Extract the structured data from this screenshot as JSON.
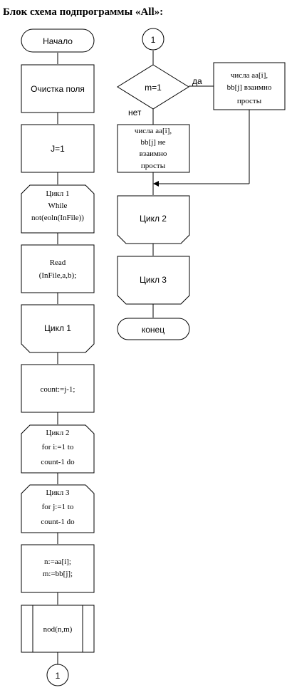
{
  "title": "Блок схема подпрограммы «All»:",
  "left_column": {
    "start": "Начало",
    "clear": "Очистка поля",
    "j_init": "J=1",
    "loop1_open": [
      "Цикл 1",
      "While",
      "not(eoln(InFile))"
    ],
    "read": [
      "Read",
      "(InFile,a,b);"
    ],
    "loop1_close": "Цикл 1",
    "count": "count:=j-1;",
    "loop2_open": [
      "Цикл 2",
      "for i:=1 to",
      "count-1 do"
    ],
    "loop3_open": [
      "Цикл 3",
      "for j:=1 to",
      "count-1 do"
    ],
    "assign": [
      "n:=aa[i];",
      "m:=bb[j];"
    ],
    "nod_call": "nod(n,m)",
    "connector_out": "1"
  },
  "right_column": {
    "connector_in": "1",
    "decision": "m=1",
    "yes_label": "да",
    "no_label": "нет",
    "yes_box": [
      "числа aa[i],",
      "bb[j] взаимно",
      "просты"
    ],
    "no_box": [
      "числа aa[i],",
      "bb[j] не",
      "взаимно",
      "просты"
    ],
    "loop2_close": "Цикл 2",
    "loop3_close": "Цикл 3",
    "end": "конец"
  }
}
